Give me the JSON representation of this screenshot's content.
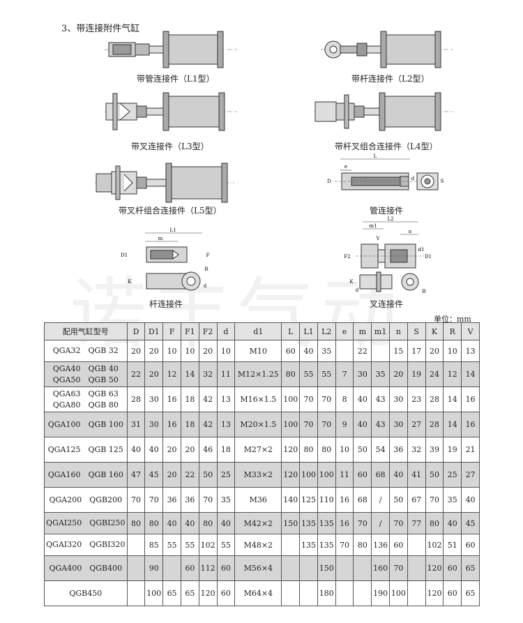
{
  "section_title": "3、带连接附件气缸",
  "captions": {
    "l1": "带管连接件（L1型）",
    "l2": "带杆连接件（L2型）",
    "l3": "带叉连接件（L3型）",
    "l4": "带杆叉组合连接件（L4型）",
    "l5": "带叉杆组合连接件（L5型）",
    "pipe": "管连接件",
    "rod": "杆连接件",
    "fork": "叉连接件"
  },
  "dim_labels": {
    "pipe": [
      "L",
      "e",
      "D",
      "d",
      "S"
    ],
    "rod": [
      "L1",
      "m",
      "D1",
      "F",
      "K",
      "R",
      "d"
    ],
    "fork": [
      "L2",
      "m1",
      "n",
      "V",
      "F2",
      "d1",
      "D1",
      "K",
      "d",
      "R"
    ]
  },
  "watermark": "诺丰气动",
  "unit": "单位：mm",
  "table": {
    "headers": [
      "配用气缸型号",
      "D",
      "D1",
      "F",
      "F1",
      "F2",
      "d",
      "d1",
      "L",
      "L1",
      "L2",
      "e",
      "m",
      "m1",
      "n",
      "S",
      "K",
      "R",
      "V"
    ],
    "rows": [
      {
        "model": [
          "QGA32　QGB 32"
        ],
        "values": [
          "20",
          "20",
          "10",
          "10",
          "20",
          "10",
          "M10",
          "60",
          "40",
          "35",
          "",
          "22",
          "",
          "15",
          "17",
          "20",
          "10",
          "13"
        ]
      },
      {
        "model": [
          "QGA40　QGB 40",
          "QGA50　QGB 50"
        ],
        "values": [
          "22",
          "20",
          "12",
          "14",
          "32",
          "11",
          "M12×1.25",
          "80",
          "55",
          "55",
          "7",
          "30",
          "35",
          "20",
          "19",
          "24",
          "12",
          "14"
        ]
      },
      {
        "model": [
          "QGA63　QGB 63",
          "QGA80　QGB 80"
        ],
        "values": [
          "28",
          "30",
          "16",
          "18",
          "42",
          "13",
          "M16×1.5",
          "100",
          "70",
          "70",
          "8",
          "40",
          "43",
          "30",
          "23",
          "28",
          "14",
          "16"
        ]
      },
      {
        "model": [
          "QGA100　QGB 100"
        ],
        "values": [
          "31",
          "30",
          "16",
          "18",
          "42",
          "13",
          "M20×1.5",
          "100",
          "70",
          "70",
          "9",
          "40",
          "43",
          "30",
          "27",
          "28",
          "14",
          "16"
        ]
      },
      {
        "model": [
          "QGA125　QGB 125"
        ],
        "values": [
          "40",
          "40",
          "20",
          "20",
          "46",
          "18",
          "M27×2",
          "120",
          "80",
          "80",
          "10",
          "50",
          "54",
          "36",
          "32",
          "39",
          "19",
          "21"
        ]
      },
      {
        "model": [
          "QGA160　QGB 160"
        ],
        "values": [
          "47",
          "45",
          "20",
          "22",
          "50",
          "25",
          "M33×2",
          "120",
          "100",
          "100",
          "11",
          "60",
          "68",
          "40",
          "41",
          "50",
          "25",
          "27"
        ]
      },
      {
        "model": [
          "QGA200　QGB200"
        ],
        "values": [
          "70",
          "70",
          "36",
          "36",
          "70",
          "35",
          "M36",
          "140",
          "125",
          "110",
          "16",
          "68",
          "/",
          "50",
          "67",
          "70",
          "35",
          "40"
        ]
      },
      {
        "model": [
          "QGAI250　QGBI250"
        ],
        "values": [
          "80",
          "80",
          "40",
          "40",
          "80",
          "40",
          "M42×2",
          "150",
          "135",
          "135",
          "16",
          "70",
          "/",
          "70",
          "77",
          "80",
          "40",
          "45"
        ]
      },
      {
        "model": [
          "QGAI320　QGBI320"
        ],
        "values": [
          "",
          "85",
          "55",
          "55",
          "102",
          "55",
          "M48×2",
          "",
          "135",
          "135",
          "70",
          "80",
          "136",
          "60",
          "",
          "102",
          "51",
          "60"
        ]
      },
      {
        "model": [
          "QGA400　QGB400"
        ],
        "values": [
          "",
          "90",
          "",
          "60",
          "112",
          "60",
          "M56×4",
          "",
          "",
          "150",
          "",
          "",
          "160",
          "70",
          "",
          "120",
          "60",
          "65"
        ]
      },
      {
        "model": [
          "QGB450"
        ],
        "values": [
          "",
          "100",
          "65",
          "65",
          "120",
          "60",
          "M64×4",
          "",
          "",
          "180",
          "",
          "",
          "190",
          "100",
          "",
          "120",
          "60",
          "65"
        ]
      }
    ]
  }
}
